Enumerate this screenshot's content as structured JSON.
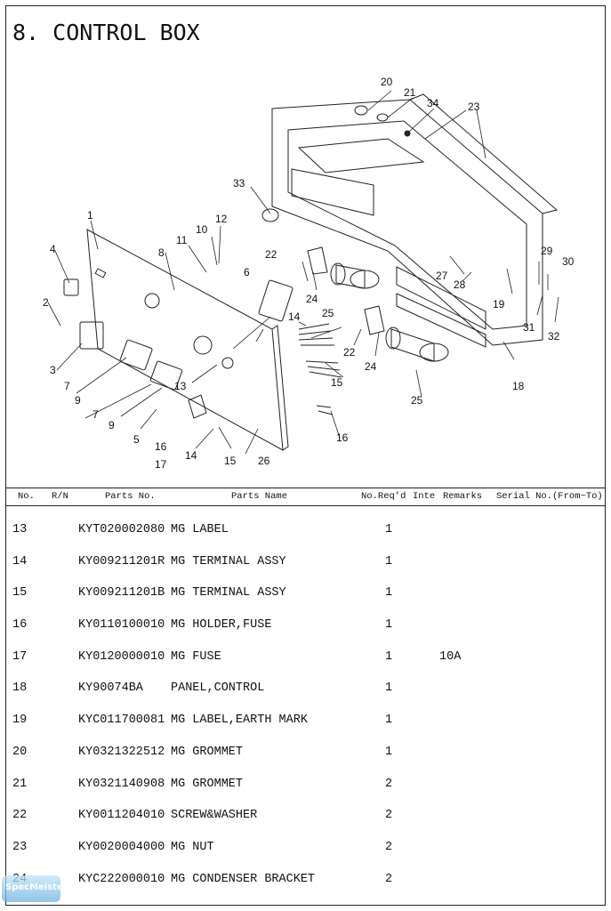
{
  "page": {
    "title": "8. CONTROL BOX"
  },
  "diagram": {
    "callouts": [
      "1",
      "2",
      "3",
      "4",
      "5",
      "6",
      "7",
      "7",
      "8",
      "9",
      "9",
      "10",
      "11",
      "12",
      "13",
      "14",
      "14",
      "15",
      "15",
      "16",
      "16",
      "17",
      "18",
      "19",
      "20",
      "21",
      "22",
      "22",
      "23",
      "24",
      "24",
      "25",
      "25",
      "26",
      "27",
      "28",
      "29",
      "30",
      "31",
      "32",
      "33",
      "34"
    ]
  },
  "table": {
    "headers": {
      "no": "No.",
      "rn": "R/N",
      "parts_no": "Parts No.",
      "parts_name": "Parts Name",
      "qty": "No.Req'd",
      "inte": "Inte",
      "remarks": "Remarks",
      "serial": "Serial No.(From~To)"
    },
    "rows": [
      {
        "no": "13",
        "parts_no": "KYT020002080",
        "name": "MG LABEL",
        "qty": "1",
        "remarks": ""
      },
      {
        "no": "14",
        "parts_no": "KY009211201R",
        "name": "MG TERMINAL ASSY",
        "qty": "1",
        "remarks": ""
      },
      {
        "no": "15",
        "parts_no": "KY009211201B",
        "name": "MG TERMINAL ASSY",
        "qty": "1",
        "remarks": ""
      },
      {
        "no": "16",
        "parts_no": "KY0110100010",
        "name": "MG HOLDER,FUSE",
        "qty": "1",
        "remarks": ""
      },
      {
        "no": "17",
        "parts_no": "KY0120000010",
        "name": "MG FUSE",
        "qty": "1",
        "remarks": "10A"
      },
      {
        "no": "18",
        "parts_no": "KY90074BA",
        "name": "PANEL,CONTROL",
        "qty": "1",
        "remarks": ""
      },
      {
        "no": "19",
        "parts_no": "KYC011700081",
        "name": "MG LABEL,EARTH MARK",
        "qty": "1",
        "remarks": ""
      },
      {
        "no": "20",
        "parts_no": "KY0321322512",
        "name": "MG GROMMET",
        "qty": "1",
        "remarks": ""
      },
      {
        "no": "21",
        "parts_no": "KY0321140908",
        "name": "MG GROMMET",
        "qty": "2",
        "remarks": ""
      },
      {
        "no": "22",
        "parts_no": "KY0011204010",
        "name": "SCREW&WASHER",
        "qty": "2",
        "remarks": ""
      },
      {
        "no": "23",
        "parts_no": "KY0020004000",
        "name": "MG NUT",
        "qty": "2",
        "remarks": ""
      },
      {
        "no": "24",
        "parts_no": "KYC222000010",
        "name": "MG CONDENSER BRACKET",
        "qty": "2",
        "remarks": ""
      }
    ]
  },
  "watermark": {
    "text": "SpecMeister"
  }
}
